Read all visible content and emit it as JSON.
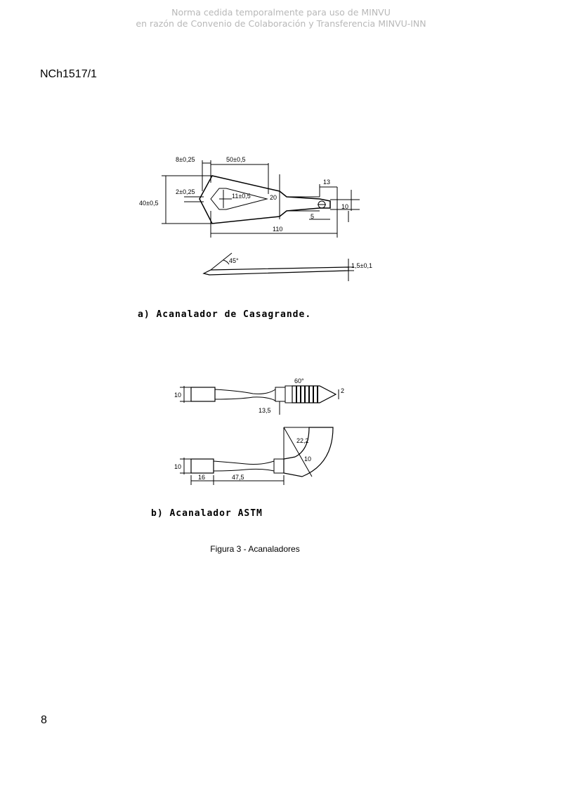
{
  "watermark": {
    "line1": "Norma cedida temporalmente para uso de MINVU",
    "line2": "en razón de Convenio de Colaboración y Transferencia MINVU-INN"
  },
  "header": {
    "doc_code": "NCh1517/1"
  },
  "figure_a": {
    "caption": "a) Acanalador de Casagrande.",
    "dims": {
      "d1": "8±0,25",
      "d2": "50±0,5",
      "d3": "2±0,25",
      "d4": "40±0,5",
      "d5": "11±0,5",
      "d6": "20",
      "d7": "13",
      "d8": "10",
      "d9": "5",
      "d10": "110",
      "d11": "45°",
      "d12": "1,5±0,1"
    }
  },
  "figure_b": {
    "caption": "b) Acanalador ASTM",
    "dims": {
      "e1": "10",
      "e2": "60°",
      "e3": "2",
      "e4": "13,5",
      "e5": "22,2",
      "e6": "10",
      "e7": "10",
      "e8": "16",
      "e9": "47,5"
    }
  },
  "figure_title": "Figura 3 - Acanaladores",
  "footer": {
    "page_number": "8"
  }
}
